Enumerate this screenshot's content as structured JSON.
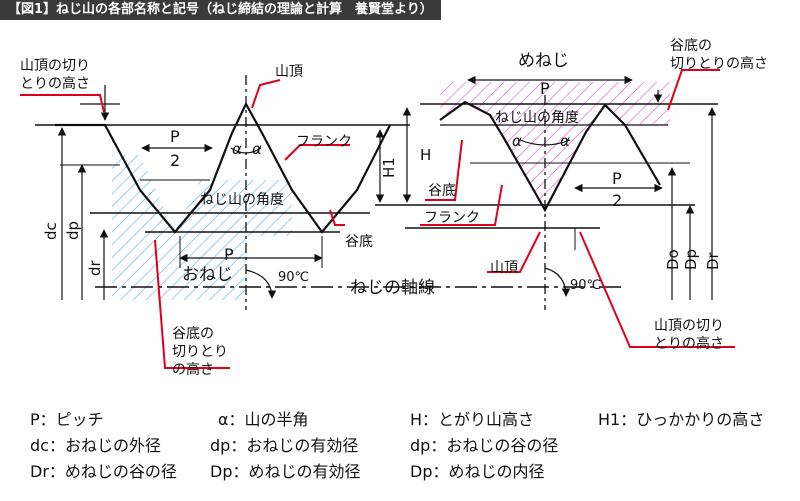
{
  "title": "【図1】ねじ山の各部名称と記号（ねじ締結の理論と計算　養賢堂より）",
  "labels": {
    "crest_trunc_left": [
      "山頂の切り",
      "とりの高さ"
    ],
    "crest_top": "山頂",
    "flank_top": "フランク",
    "p_half_top": "P",
    "p_half_top_den": "2",
    "alpha": "α",
    "thread_angle_left": "ねじ山の角度",
    "root_left": "谷底",
    "p_bottom_left": "P",
    "external_thread": "おねじ",
    "deg90_left": "90℃",
    "axis": "ねじの軸線",
    "dc": "dc",
    "dp": "dp",
    "dr": "dr",
    "root_trunc_left": [
      "谷底の",
      "切りとり",
      "の高さ"
    ],
    "internal_thread": "めねじ",
    "p_top_right": "P",
    "thread_angle_right": "ねじ山の角度",
    "root_trunc_right": [
      "谷底の",
      "切りとりの高さ"
    ],
    "h": "H",
    "h1": "H1",
    "root_right": "谷底",
    "flank_right": "フランク",
    "p_half_right": "P",
    "p_half_right_den": "2",
    "crest_right": "山頂",
    "deg90_right": "90℃",
    "do": "Do",
    "dp_upper": "Dp",
    "dr_upper": "Dr",
    "crest_trunc_right": [
      "山頂の切り",
      "とりの高さ"
    ]
  },
  "legend": [
    "P：ピッチ",
    "α：山の半角",
    "H：とがり山高さ",
    "H1：ひっかかりの高さ",
    "dc：おねじの外径",
    "dp：おねじの有効径",
    "dp：おねじの谷の径",
    "Dr：めねじの谷の径",
    "Dp：めねじの有効径",
    "Dp：めねじの内径"
  ],
  "colors": {
    "leader": "#e0001b",
    "hatch_blue": "#5aaee0",
    "hatch_pink": "#e050c8",
    "title_bg": "#3a3a3a"
  }
}
